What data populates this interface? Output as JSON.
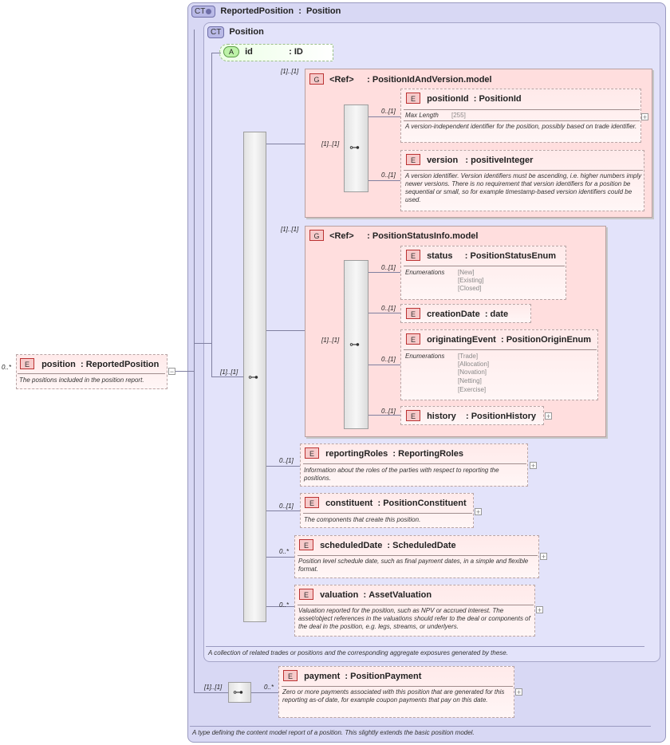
{
  "outer": {
    "tag": "CT",
    "name": "ReportedPosition",
    "type": "Position",
    "doc": "A type defining the content model report of a position. This slightly extends the basic position model."
  },
  "inner": {
    "tag": "CT",
    "name": "Position",
    "doc": "A collection of related trades or positions and the corresponding aggregate exposures generated by these."
  },
  "root": {
    "tag": "E",
    "name": "position",
    "type": "ReportedPosition",
    "card": "0..*",
    "doc": "The positions included in the position report.",
    "minus": "−"
  },
  "attribute": {
    "tag": "A",
    "name": "id",
    "type": "ID"
  },
  "seq_cards": {
    "main": "[1]..[1]",
    "payment_seq": "[1]..[1]"
  },
  "groups": [
    {
      "tag": "G",
      "ref": "<Ref>",
      "name": "PositionIdAndVersion.model",
      "card": "[1]..[1]",
      "seq_card": "[1]..[1]",
      "elements": [
        {
          "tag": "E",
          "name": "positionId",
          "type": "PositionId",
          "card": "0..[1]",
          "facet_label": "Max Length",
          "facet_values": [
            "[255]"
          ],
          "doc": "A version-independent identifier for the position, possibly based on trade identifier."
        },
        {
          "tag": "E",
          "name": "version",
          "type": "positiveInteger",
          "card": "0..[1]",
          "doc": "A version identifier. Version identifiers must be ascending, i.e. higher numbers imply newer versions. There is no requirement that version identifiers for a position be sequential or small, so for example timestamp-based version identifiers could be used."
        }
      ]
    },
    {
      "tag": "G",
      "ref": "<Ref>",
      "name": "PositionStatusInfo.model",
      "card": "[1]..[1]",
      "seq_card": "[1]..[1]",
      "elements": [
        {
          "tag": "E",
          "name": "status",
          "type": "PositionStatusEnum",
          "card": "0..[1]",
          "facet_label": "Enumerations",
          "facet_values": [
            "[New]",
            "[Existing]",
            "[Closed]"
          ]
        },
        {
          "tag": "E",
          "name": "creationDate",
          "type": "date",
          "card": "0..[1]"
        },
        {
          "tag": "E",
          "name": "originatingEvent",
          "type": "PositionOriginEnum",
          "card": "0..[1]",
          "facet_label": "Enumerations",
          "facet_values": [
            "[Trade]",
            "[Allocation]",
            "[Novation]",
            "[Netting]",
            "[Exercise]"
          ]
        },
        {
          "tag": "E",
          "name": "history",
          "type": "PositionHistory",
          "card": "0..[1]"
        }
      ]
    }
  ],
  "elements": [
    {
      "tag": "E",
      "name": "reportingRoles",
      "type": "ReportingRoles",
      "card": "0..[1]",
      "doc": "Information about the roles of the parties with respect to reporting the positions."
    },
    {
      "tag": "E",
      "name": "constituent",
      "type": "PositionConstituent",
      "card": "0..[1]",
      "doc": "The components that create this position."
    },
    {
      "tag": "E",
      "name": "scheduledDate",
      "type": "ScheduledDate",
      "card": "0..*",
      "doc": "Position level schedule date, such as final payment dates, in a simple and flexible format."
    },
    {
      "tag": "E",
      "name": "valuation",
      "type": "AssetValuation",
      "card": "0..*",
      "doc": "Valuation reported for the position, such as NPV or accrued interest. The asset/object references in the valuations should refer to the deal or components of the deal in the position, e.g. legs, streams, or underlyers."
    }
  ],
  "payment": {
    "tag": "E",
    "name": "payment",
    "type": "PositionPayment",
    "card": "0..*",
    "doc": "Zero or more payments associated with this position that are generated for this reporting as-of date, for example coupon payments that pay on this date."
  },
  "plus_glyph": "+",
  "colors": {
    "complex_type": "#d8d8f4",
    "group": "#ffdede",
    "element": "#ffeaea",
    "attribute": "#ecffe6"
  }
}
